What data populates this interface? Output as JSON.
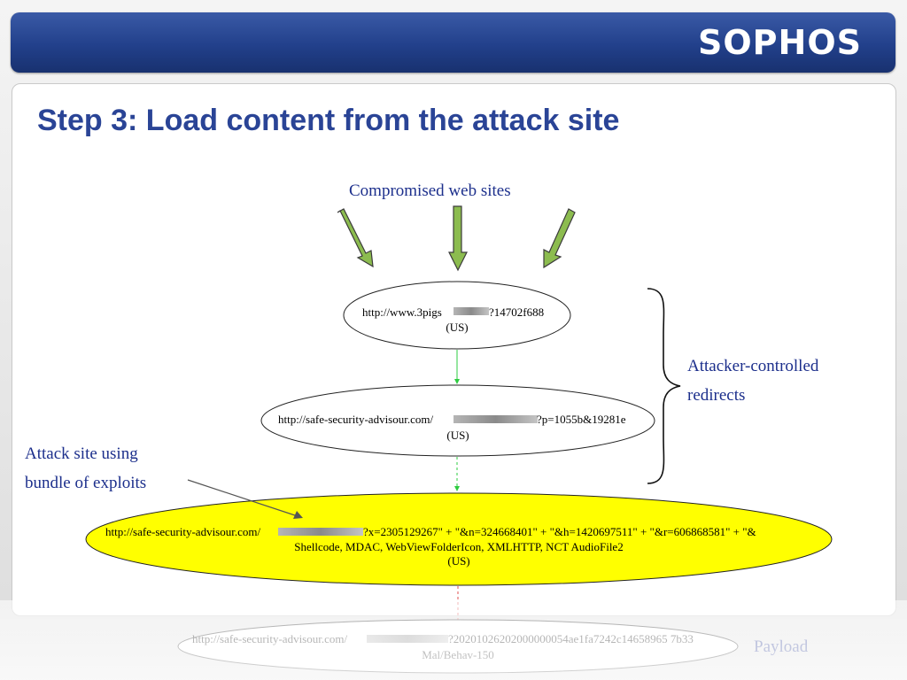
{
  "header": {
    "logo": "SOPHOS"
  },
  "slide": {
    "title": "Step 3: Load content from the attack site"
  },
  "labels": {
    "compromised_sites": "Compromised web sites",
    "attacker_redirects_line1": "Attacker-controlled",
    "attacker_redirects_line2": "redirects",
    "attack_site_line1": "Attack site using",
    "attack_site_line2": "bundle of exploits",
    "payload": "Payload"
  },
  "nodes": [
    {
      "line1_prefix": "http://www.3pigs",
      "line1_suffix": "?14702f688",
      "line2": "(US)"
    },
    {
      "line1_prefix": "http://safe-security-advisour.com/",
      "line1_suffix": "?p=1055b&19281e",
      "line2": "(US)"
    },
    {
      "line1_prefix": "http://safe-security-advisour.com/",
      "line1_suffix": "?x=2305129267\" + \"&n=324668401\" + \"&h=1420697511\" + \"&r=606868581\" + \"&",
      "line2": "Shellcode, MDAC, WebViewFolderIcon, XMLHTTP, NCT AudioFile2",
      "line3": "(US)"
    },
    {
      "line1_prefix": "http://safe-security-advisour.com/",
      "line1_suffix": "?20201026202000000054ae1fa7242c14658965 7b33",
      "line2": "Mal/Behav-150"
    }
  ],
  "colors": {
    "title": "#2a4496",
    "label": "#1c2f8c",
    "exploit_fill": "#ffff00",
    "arrow_fill": "#8cbc4f",
    "connector": "#2ecc40"
  }
}
